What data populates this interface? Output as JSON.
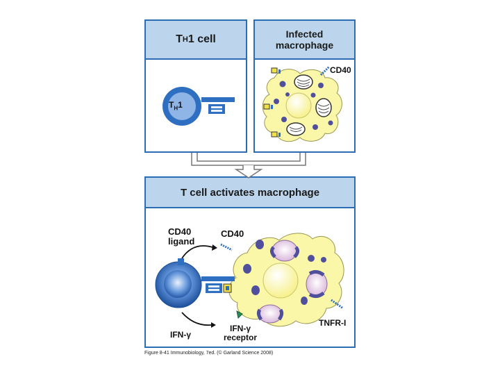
{
  "panels": {
    "th1": {
      "title_main": "T",
      "title_sub": "H",
      "title_rest": "1 cell"
    },
    "infected": {
      "title": "Infected macrophage"
    },
    "activation": {
      "title": "T cell activates macrophage"
    }
  },
  "labels": {
    "th_cell_main": "T",
    "th_cell_sub": "H",
    "th_cell_rest": "1",
    "cd40_top": "CD40",
    "cd40_ligand": "CD40 ligand",
    "cd40_bottom": "CD40",
    "tnfr": "TNFR-I",
    "ifn_gamma": "IFN-γ",
    "ifn_receptor": "IFN-γ receptor"
  },
  "caption": "Figure 8-41  Immunobiology, 7ed. (© Garland Science 2008)",
  "colors": {
    "panel_border": "#2a6db4",
    "header_fill": "#bcd5ec",
    "tcell_blue": "#2f6fc1",
    "macrophage_yellow": "#fbf7a8",
    "organelle_purple": "#4f4f9c",
    "vesicle_pink": "#d9b6dc"
  }
}
